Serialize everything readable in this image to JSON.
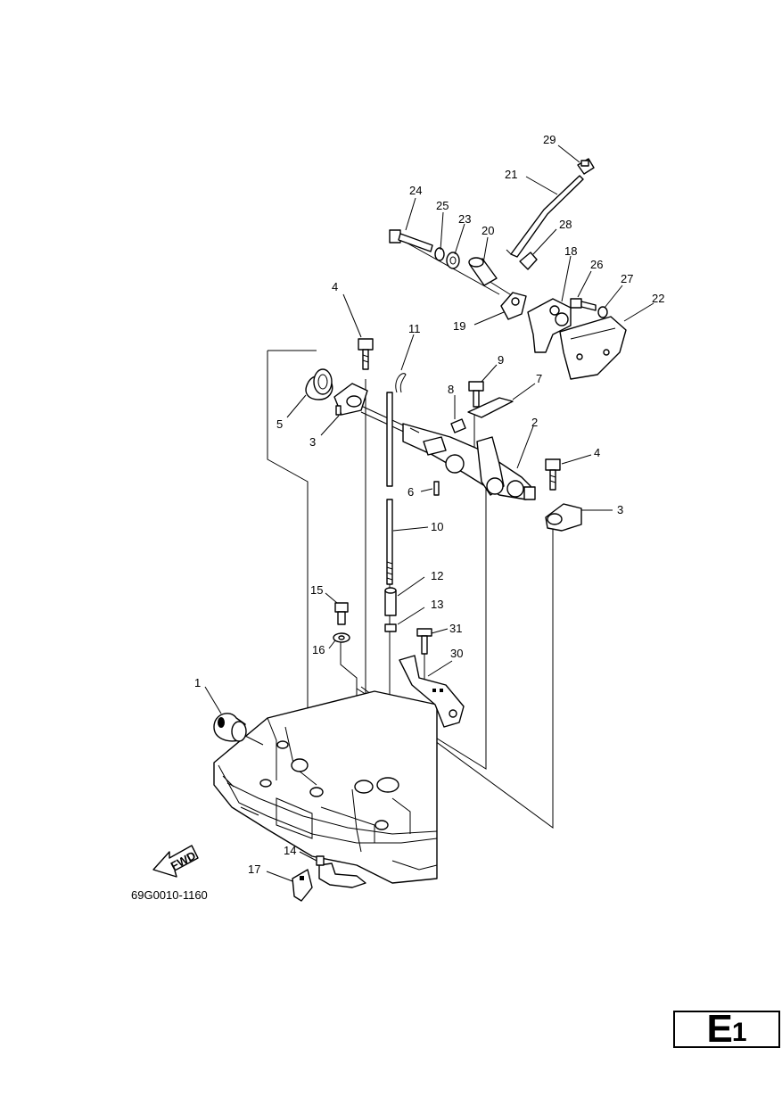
{
  "figure_code": "69G0010-1160",
  "fwd_label": "FWD",
  "page_badge": {
    "letter": "E",
    "number": "1"
  },
  "callouts": {
    "c1": "1",
    "c2": "2",
    "c3a": "3",
    "c3b": "3",
    "c4a": "4",
    "c4b": "4",
    "c5": "5",
    "c6": "6",
    "c7": "7",
    "c8": "8",
    "c9": "9",
    "c10": "10",
    "c11": "11",
    "c12": "12",
    "c13": "13",
    "c14": "14",
    "c15": "15",
    "c16": "16",
    "c17": "17",
    "c18": "18",
    "c19": "19",
    "c20": "20",
    "c21": "21",
    "c22": "22",
    "c23": "23",
    "c24": "24",
    "c25": "25",
    "c26": "26",
    "c27": "27",
    "c28": "28",
    "c29": "29",
    "c30": "30",
    "c31": "31"
  }
}
